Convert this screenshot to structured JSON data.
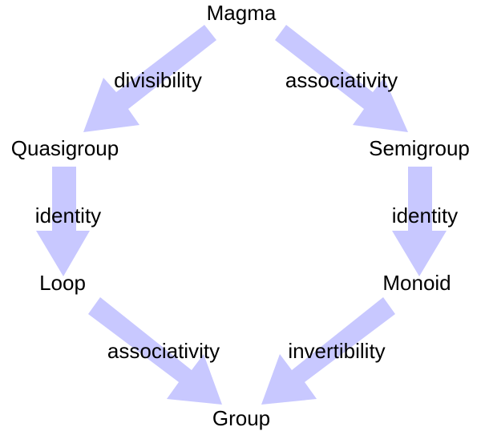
{
  "colors": {
    "arrow": "#c8c8ff",
    "text": "#000000",
    "background": "#ffffff"
  },
  "nodes": {
    "magma": "Magma",
    "quasigroup": "Quasigroup",
    "semigroup": "Semigroup",
    "loop": "Loop",
    "monoid": "Monoid",
    "group": "Group"
  },
  "edges": [
    {
      "from": "Magma",
      "to": "Quasigroup",
      "label": "divisibility"
    },
    {
      "from": "Magma",
      "to": "Semigroup",
      "label": "associativity"
    },
    {
      "from": "Quasigroup",
      "to": "Loop",
      "label": "identity"
    },
    {
      "from": "Semigroup",
      "to": "Monoid",
      "label": "identity"
    },
    {
      "from": "Loop",
      "to": "Group",
      "label": "associativity"
    },
    {
      "from": "Monoid",
      "to": "Group",
      "label": "invertibility"
    }
  ]
}
